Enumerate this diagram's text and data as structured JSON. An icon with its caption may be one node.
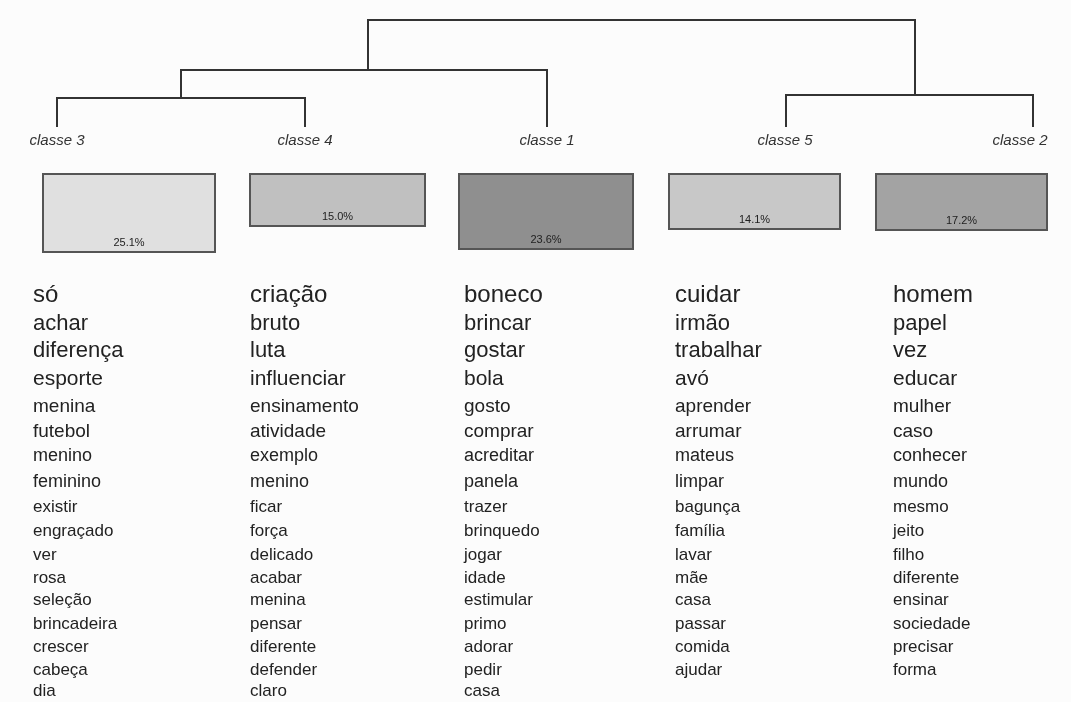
{
  "diagram": {
    "nodes": [
      {
        "text": [
          "25.1%"
        ]
      },
      {
        "text": [
          "15.0%"
        ]
      },
      {
        "text": [
          "23.6%"
        ]
      },
      {
        "text": [
          "14.1%"
        ]
      },
      {
        "text": [
          "17.2%"
        ]
      }
    ],
    "labels": [
      "classe 3",
      "classe 4",
      "classe 1",
      "classe 5",
      "classe 2",
      "só",
      "achar",
      "diferença",
      "esporte",
      "menina",
      "futebol",
      "menino",
      "feminino",
      "existir",
      "engraçado",
      "ver",
      "rosa",
      "seleção",
      "brincadeira",
      "crescer",
      "cabeça",
      "dia",
      "criação",
      "bruto",
      "luta",
      "influenciar",
      "ensinamento",
      "atividade",
      "exemplo",
      "menino",
      "ficar",
      "força",
      "delicado",
      "acabar",
      "menina",
      "pensar",
      "diferente",
      "defender",
      "claro",
      "boneco",
      "brincar",
      "gostar",
      "bola",
      "gosto",
      "comprar",
      "acreditar",
      "panela",
      "trazer",
      "brinquedo",
      "jogar",
      "idade",
      "estimular",
      "primo",
      "adorar",
      "pedir",
      "casa",
      "cuidar",
      "irmão",
      "trabalhar",
      "avó",
      "aprender",
      "arrumar",
      "mateus",
      "limpar",
      "bagunça",
      "família",
      "lavar",
      "mãe",
      "casa",
      "passar",
      "comida",
      "ajudar",
      "homem",
      "papel",
      "vez",
      "educar",
      "mulher",
      "caso",
      "conhecer",
      "mundo",
      "mesmo",
      "jeito",
      "filho",
      "diferente",
      "ensinar",
      "sociedade",
      "precisar",
      "forma"
    ]
  }
}
